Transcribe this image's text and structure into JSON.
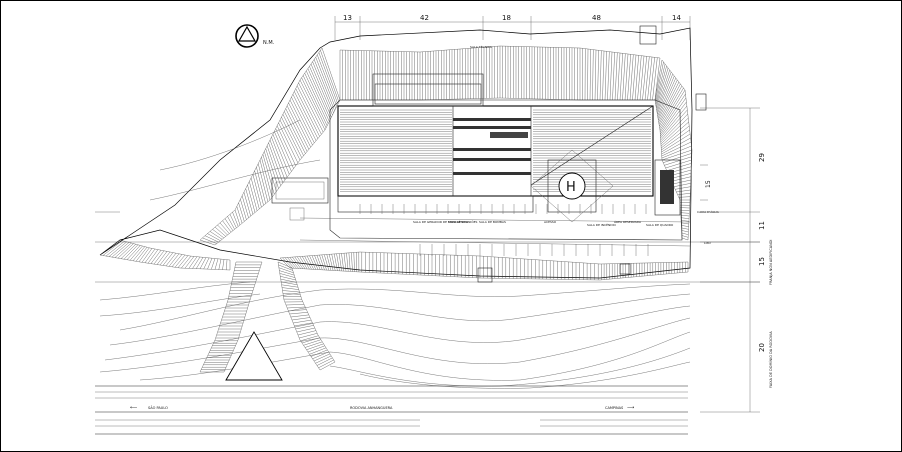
{
  "dimensions_top": [
    "13",
    "42",
    "18",
    "48",
    "14"
  ],
  "dimensions_right": [
    "29",
    "15",
    "11",
    "15",
    "20"
  ],
  "right_dim_labels": [
    "FRANJA NON AEDIFICANDI",
    "FAIXA DE DOMÍNIO DA RODOVIA"
  ],
  "north_label": "N.M.",
  "helipad_letter": "H",
  "road_labels": {
    "left": "SÃO PAULO",
    "center": "RODOVIA ANHANGUERA",
    "right": "CAMPINAS"
  },
  "room_labels": [
    "SALA DE GERADOR DE EMERGÊNCIA",
    "SALA DE REUNIÕES",
    "SALA DE BOMBAS",
    "ACESSO",
    "SALA DE INCÊNDIO",
    "ÁREA RESERVADA",
    "SALA DE QUADRO",
    "CAIXA D'ÁGUA",
    "LIXO",
    "SALA TÉCNICA"
  ],
  "colors": {
    "line": "#222222",
    "background": "#ffffff"
  }
}
